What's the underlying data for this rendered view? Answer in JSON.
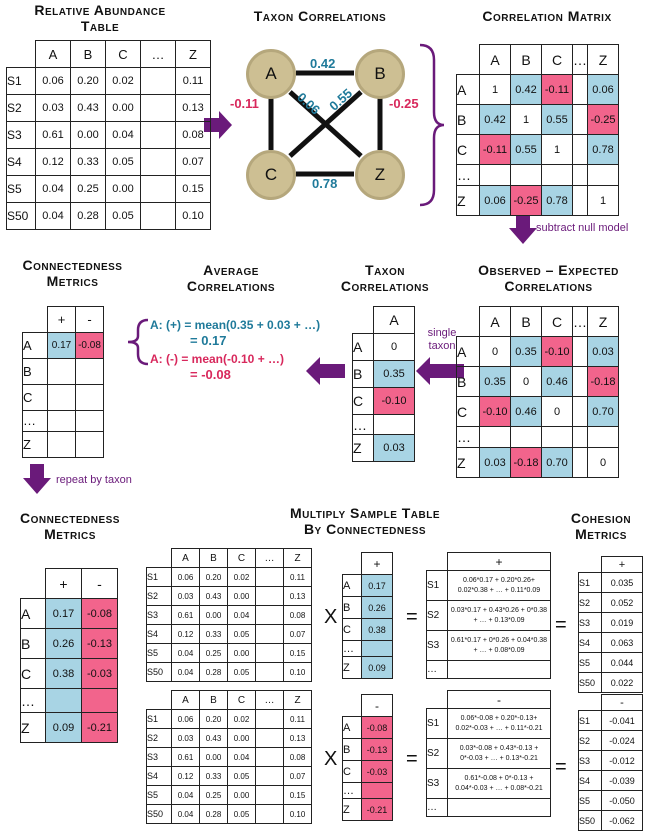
{
  "titles": {
    "rel_abund": [
      "Relative Abundance",
      "Table"
    ],
    "taxon_corr": "Taxon Correlations",
    "corr_matrix": "Correlation Matrix",
    "conn1": [
      "Connectedness",
      "Metrics"
    ],
    "avg_corr": [
      "Average",
      "Correlations"
    ],
    "taxon_corr2": [
      "Taxon",
      "Correlations"
    ],
    "obs_exp": [
      "Observed – Expected",
      "Correlations"
    ],
    "conn2": [
      "Connectedness",
      "Metrics"
    ],
    "multiply": [
      "Multiply Sample Table",
      "By Connectedness"
    ],
    "cohesion": [
      "Cohesion",
      "Metrics"
    ]
  },
  "sample_table": {
    "cols": [
      "A",
      "B",
      "C",
      "…",
      "Z"
    ],
    "rows": [
      {
        "id": "S1",
        "v": [
          "0.06",
          "0.20",
          "0.02",
          "",
          "0.11"
        ]
      },
      {
        "id": "S2",
        "v": [
          "0.03",
          "0.43",
          "0.00",
          "",
          "0.13"
        ]
      },
      {
        "id": "S3",
        "v": [
          "0.61",
          "0.00",
          "0.04",
          "",
          "0.08"
        ]
      },
      {
        "id": "S4",
        "v": [
          "0.12",
          "0.33",
          "0.05",
          "",
          "0.07"
        ]
      },
      {
        "id": "S5",
        "v": [
          "0.04",
          "0.25",
          "0.00",
          "",
          "0.15"
        ]
      },
      {
        "id": "S50",
        "v": [
          "0.04",
          "0.28",
          "0.05",
          "",
          "0.10"
        ]
      }
    ]
  },
  "network": {
    "nodes": [
      "A",
      "B",
      "C",
      "Z"
    ],
    "edges": {
      "AB": "0.42",
      "AC": "-0.11",
      "AZ": "0.06",
      "BC": "0.55",
      "BZ": "-0.25",
      "CZ": "0.78"
    }
  },
  "corr_matrix": {
    "cols": [
      "A",
      "B",
      "C",
      "…",
      "Z"
    ],
    "rows": [
      {
        "id": "A",
        "v": [
          "1",
          "0.42",
          "-0.11",
          "",
          "0.06"
        ],
        "c": [
          "",
          "b",
          "p",
          "",
          "b"
        ]
      },
      {
        "id": "B",
        "v": [
          "0.42",
          "1",
          "0.55",
          "",
          "-0.25"
        ],
        "c": [
          "b",
          "",
          "b",
          "",
          "p"
        ]
      },
      {
        "id": "C",
        "v": [
          "-0.11",
          "0.55",
          "1",
          "",
          "0.78"
        ],
        "c": [
          "p",
          "b",
          "",
          "",
          "b"
        ]
      },
      {
        "id": "…",
        "v": [
          "",
          "",
          "",
          "",
          ""
        ],
        "c": [
          "",
          "",
          "",
          "",
          ""
        ]
      },
      {
        "id": "Z",
        "v": [
          "0.06",
          "-0.25",
          "0.78",
          "",
          "1"
        ],
        "c": [
          "b",
          "p",
          "b",
          "",
          ""
        ]
      }
    ]
  },
  "obs_exp_matrix": {
    "cols": [
      "A",
      "B",
      "C",
      "…",
      "Z"
    ],
    "rows": [
      {
        "id": "A",
        "v": [
          "0",
          "0.35",
          "-0.10",
          "",
          "0.03"
        ],
        "c": [
          "",
          "b",
          "p",
          "",
          "b"
        ]
      },
      {
        "id": "B",
        "v": [
          "0.35",
          "0",
          "0.46",
          "",
          "-0.18"
        ],
        "c": [
          "b",
          "",
          "b",
          "",
          "p"
        ]
      },
      {
        "id": "C",
        "v": [
          "-0.10",
          "0.46",
          "0",
          "",
          "0.70"
        ],
        "c": [
          "p",
          "b",
          "",
          "",
          "b"
        ]
      },
      {
        "id": "…",
        "v": [
          "",
          "",
          "",
          "",
          ""
        ],
        "c": [
          "",
          "",
          "",
          "",
          ""
        ]
      },
      {
        "id": "Z",
        "v": [
          "0.03",
          "-0.18",
          "0.70",
          "",
          "0"
        ],
        "c": [
          "b",
          "p",
          "b",
          "",
          ""
        ]
      }
    ]
  },
  "taxon_column": {
    "header": "A",
    "rows": [
      {
        "id": "A",
        "v": "0",
        "c": ""
      },
      {
        "id": "B",
        "v": "0.35",
        "c": "b"
      },
      {
        "id": "C",
        "v": "-0.10",
        "c": "p"
      },
      {
        "id": "…",
        "v": "",
        "c": ""
      },
      {
        "id": "Z",
        "v": "0.03",
        "c": "b"
      }
    ]
  },
  "conn_metrics_1": {
    "cols": [
      "+",
      "-"
    ],
    "rows": [
      {
        "id": "A",
        "v": [
          "0.17",
          "-0.08"
        ],
        "c": [
          "b",
          "p"
        ]
      },
      {
        "id": "B",
        "v": [
          "",
          ""
        ],
        "c": [
          "",
          ""
        ]
      },
      {
        "id": "C",
        "v": [
          "",
          ""
        ],
        "c": [
          "",
          ""
        ]
      },
      {
        "id": "…",
        "v": [
          "",
          ""
        ],
        "c": [
          "",
          ""
        ]
      },
      {
        "id": "Z",
        "v": [
          "",
          ""
        ],
        "c": [
          "",
          ""
        ]
      }
    ]
  },
  "conn_metrics_2": {
    "cols": [
      "+",
      "-"
    ],
    "rows": [
      {
        "id": "A",
        "v": [
          "0.17",
          "-0.08"
        ],
        "c": [
          "b",
          "p"
        ]
      },
      {
        "id": "B",
        "v": [
          "0.26",
          "-0.13"
        ],
        "c": [
          "b",
          "p"
        ]
      },
      {
        "id": "C",
        "v": [
          "0.38",
          "-0.03"
        ],
        "c": [
          "b",
          "p"
        ]
      },
      {
        "id": "…",
        "v": [
          "",
          ""
        ],
        "c": [
          "b",
          "p"
        ]
      },
      {
        "id": "Z",
        "v": [
          "0.09",
          "-0.21"
        ],
        "c": [
          "b",
          "p"
        ]
      }
    ]
  },
  "formulas": {
    "pos_line1": "A: (+) = mean(0.35 + 0.03 + …)",
    "pos_line2": "= 0.17",
    "neg_line1": "A: (-) = mean(-0.10 + …)",
    "neg_line2": "= -0.08"
  },
  "arrow_labels": {
    "subtract": "subtract null model",
    "single": [
      "single",
      "taxon"
    ],
    "repeat": "repeat by taxon"
  },
  "operators": {
    "times": "X",
    "equals": "="
  },
  "pos_vec": {
    "header": "+",
    "rows": [
      {
        "id": "A",
        "v": "0.17"
      },
      {
        "id": "B",
        "v": "0.26"
      },
      {
        "id": "C",
        "v": "0.38"
      },
      {
        "id": "…",
        "v": ""
      },
      {
        "id": "Z",
        "v": "0.09"
      }
    ]
  },
  "neg_vec": {
    "header": "-",
    "rows": [
      {
        "id": "A",
        "v": "-0.08"
      },
      {
        "id": "B",
        "v": "-0.13"
      },
      {
        "id": "C",
        "v": "-0.03"
      },
      {
        "id": "…",
        "v": ""
      },
      {
        "id": "Z",
        "v": "-0.21"
      }
    ]
  },
  "pos_product": {
    "header": "+",
    "rows": [
      {
        "id": "S1",
        "v": "0.06*0.17 + 0.20*0.26+ 0.02*0.38 + … + 0.11*0.09"
      },
      {
        "id": "S2",
        "v": "0.03*0.17 + 0.43*0.26 + 0*0.38 + … + 0.13*0.09"
      },
      {
        "id": "S3",
        "v": "0.61*0.17 + 0*0.26 + 0.04*0.38 + … + 0.08*0.09"
      },
      {
        "id": "…",
        "v": ""
      }
    ]
  },
  "neg_product": {
    "header": "-",
    "rows": [
      {
        "id": "S1",
        "v": "0.06*-0.08 + 0.20*-0.13+ 0.02*-0.03 + … + 0.11*-0.21"
      },
      {
        "id": "S2",
        "v": "0.03*-0.08 + 0.43*-0.13 + 0*-0.03 + … + 0.13*-0.21"
      },
      {
        "id": "S3",
        "v": "0.61*-0.08 + 0*-0.13 + 0.04*-0.03 + … + 0.08*-0.21"
      },
      {
        "id": "…",
        "v": ""
      }
    ]
  },
  "cohesion_pos": {
    "header": "+",
    "rows": [
      {
        "id": "S1",
        "v": "0.035"
      },
      {
        "id": "S2",
        "v": "0.052"
      },
      {
        "id": "S3",
        "v": "0.019"
      },
      {
        "id": "S4",
        "v": "0.063"
      },
      {
        "id": "S5",
        "v": "0.044"
      },
      {
        "id": "S50",
        "v": "0.022"
      }
    ]
  },
  "cohesion_neg": {
    "header": "-",
    "rows": [
      {
        "id": "S1",
        "v": "-0.041"
      },
      {
        "id": "S2",
        "v": "-0.024"
      },
      {
        "id": "S3",
        "v": "-0.012"
      },
      {
        "id": "S4",
        "v": "-0.039"
      },
      {
        "id": "S5",
        "v": "-0.050"
      },
      {
        "id": "S50",
        "v": "-0.062"
      }
    ]
  },
  "colors": {
    "blue_cell": "#a8d4e4",
    "pink_cell": "#f2648c",
    "arrow": "#6a1a7a",
    "node": "#cdbf93"
  }
}
